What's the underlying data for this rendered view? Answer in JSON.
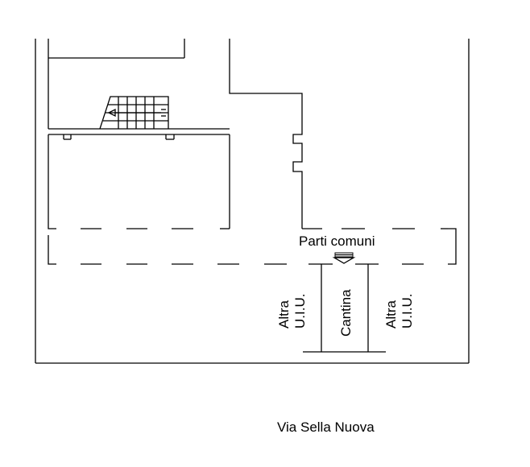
{
  "labels": {
    "common_parts": "Parti comuni",
    "cellar": "Cantina",
    "other_unit_left_line1": "Altra",
    "other_unit_left_line2": "U.I.U.",
    "other_unit_right_line1": "Altra",
    "other_unit_right_line2": "U.I.U.",
    "street": "Via Sella Nuova"
  },
  "colors": {
    "line": "#000000",
    "background": "#ffffff"
  }
}
